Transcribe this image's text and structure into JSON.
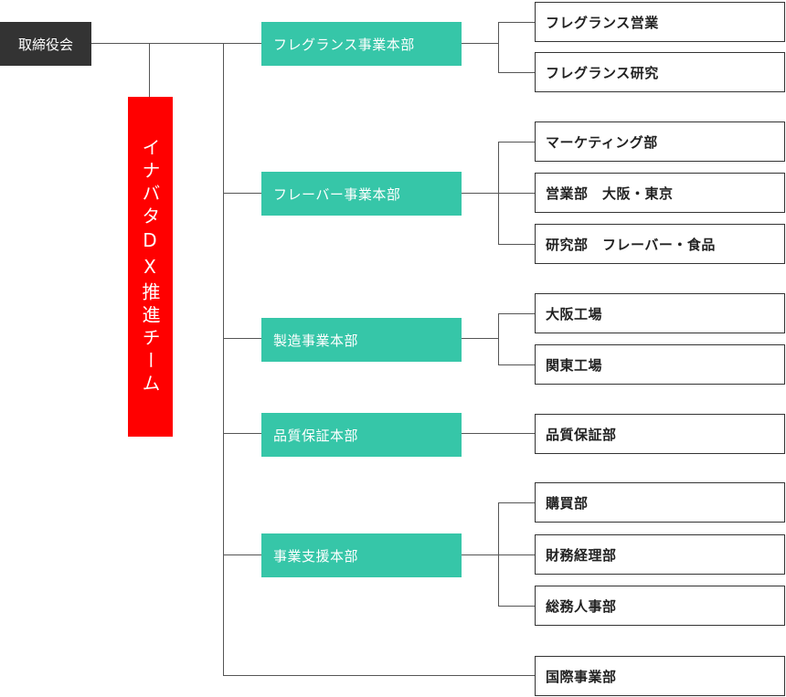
{
  "board": "取締役会",
  "dx_team": "イナバタDX推進チーム",
  "divisions": [
    {
      "name": "フレグランス事業本部",
      "departments": [
        "フレグランス営業",
        "フレグランス研究"
      ]
    },
    {
      "name": "フレーバー事業本部",
      "departments": [
        "マーケティング部",
        "営業部　大阪・東京",
        "研究部　フレーバー・食品"
      ]
    },
    {
      "name": "製造事業本部",
      "departments": [
        "大阪工場",
        "関東工場"
      ]
    },
    {
      "name": "品質保証本部",
      "departments": [
        "品質保証部"
      ]
    },
    {
      "name": "事業支援本部",
      "departments": [
        "購買部",
        "財務経理部",
        "総務人事部"
      ]
    }
  ],
  "international": "国際事業部",
  "colors": {
    "board": "#333333",
    "dx_team": "#ff0000",
    "division": "#36c6a8",
    "line": "#555555"
  }
}
